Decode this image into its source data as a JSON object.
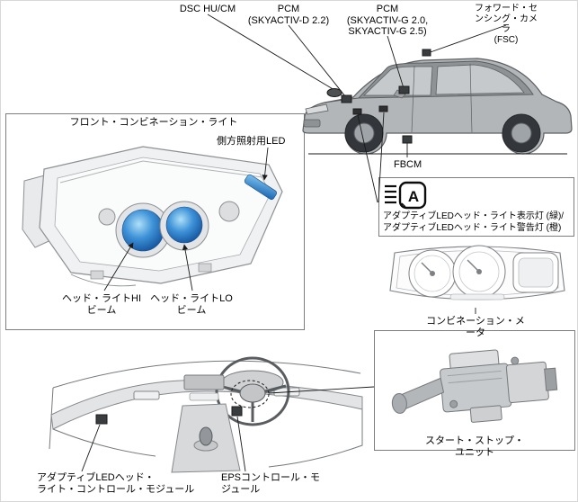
{
  "diagram": {
    "top_callouts": [
      {
        "label": "DSC HU/CM"
      },
      {
        "label": "PCM\n(SKYACTIV-D 2.2)"
      },
      {
        "label": "PCM\n(SKYACTIV-G 2.0,\nSKYACTIV-G 2.5)"
      },
      {
        "label": "フォワード・センシング・カメラ\n(FSC)"
      }
    ],
    "fbcm_label": "FBCM",
    "front_light_box": {
      "title": "フロント・コンビネーション・ライト",
      "side_led": "側方照射用LED",
      "hi_beam": "ヘッド・ライトHI\nビーム",
      "lo_beam": "ヘッド・ライトLO\nビーム"
    },
    "indicator_box": {
      "text": "アダプティブLEDヘッド・ライト表示灯 (緑)/\nアダプティブLEDヘッド・ライト警告灯 (橙)",
      "icon_letter": "A"
    },
    "meter_label": "コンビネーション・メータ",
    "start_stop_label": "スタート・ストップ・ユニット",
    "bottom_callouts": {
      "adaptive_module": "アダプティブLEDヘッド・\nライト・コントロール・モジュール",
      "eps_module": "EPSコントロール・モ\nジュール"
    },
    "colors": {
      "beam_blue": "#2b7fd0",
      "beam_blue_dark": "#0d4a96",
      "marker_dark": "#3a3d40",
      "line_black": "#1a1a1a"
    }
  }
}
